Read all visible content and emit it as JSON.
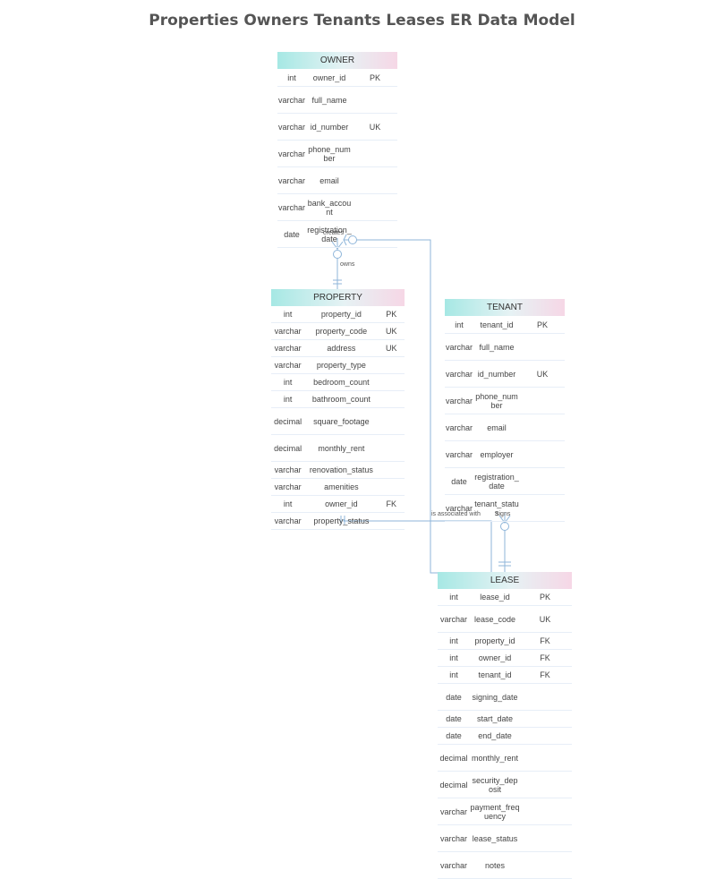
{
  "title": "Properties Owners Tenants Leases ER Data Model",
  "colors": {
    "line": "#8fb6da",
    "header_start": "#a6e8e4",
    "header_end": "#f6d7e6",
    "row_border": "#e7eef7"
  },
  "entities": {
    "owner": {
      "name": "OWNER",
      "fields": [
        {
          "type": "int",
          "name": "owner_id",
          "key": "PK"
        },
        {
          "type": "varchar",
          "name": "full_name",
          "key": ""
        },
        {
          "type": "varchar",
          "name": "id_number",
          "key": "UK"
        },
        {
          "type": "varchar",
          "name": "phone_number",
          "key": ""
        },
        {
          "type": "varchar",
          "name": "email",
          "key": ""
        },
        {
          "type": "varchar",
          "name": "bank_account",
          "key": ""
        },
        {
          "type": "date",
          "name": "registration_date",
          "key": ""
        }
      ]
    },
    "property": {
      "name": "PROPERTY",
      "fields": [
        {
          "type": "int",
          "name": "property_id",
          "key": "PK"
        },
        {
          "type": "varchar",
          "name": "property_code",
          "key": "UK"
        },
        {
          "type": "varchar",
          "name": "address",
          "key": "UK"
        },
        {
          "type": "varchar",
          "name": "property_type",
          "key": ""
        },
        {
          "type": "int",
          "name": "bedroom_count",
          "key": ""
        },
        {
          "type": "int",
          "name": "bathroom_count",
          "key": ""
        },
        {
          "type": "decimal",
          "name": "square_footage",
          "key": ""
        },
        {
          "type": "decimal",
          "name": "monthly_rent",
          "key": ""
        },
        {
          "type": "varchar",
          "name": "renovation_status",
          "key": ""
        },
        {
          "type": "varchar",
          "name": "amenities",
          "key": ""
        },
        {
          "type": "int",
          "name": "owner_id",
          "key": "FK"
        },
        {
          "type": "varchar",
          "name": "property_status",
          "key": ""
        }
      ]
    },
    "tenant": {
      "name": "TENANT",
      "fields": [
        {
          "type": "int",
          "name": "tenant_id",
          "key": "PK"
        },
        {
          "type": "varchar",
          "name": "full_name",
          "key": ""
        },
        {
          "type": "varchar",
          "name": "id_number",
          "key": "UK"
        },
        {
          "type": "varchar",
          "name": "phone_number",
          "key": ""
        },
        {
          "type": "varchar",
          "name": "email",
          "key": ""
        },
        {
          "type": "varchar",
          "name": "employer",
          "key": ""
        },
        {
          "type": "date",
          "name": "registration_date",
          "key": ""
        },
        {
          "type": "varchar",
          "name": "tenant_status",
          "key": ""
        }
      ]
    },
    "lease": {
      "name": "LEASE",
      "fields": [
        {
          "type": "int",
          "name": "lease_id",
          "key": "PK"
        },
        {
          "type": "varchar",
          "name": "lease_code",
          "key": "UK"
        },
        {
          "type": "int",
          "name": "property_id",
          "key": "FK"
        },
        {
          "type": "int",
          "name": "owner_id",
          "key": "FK"
        },
        {
          "type": "int",
          "name": "tenant_id",
          "key": "FK"
        },
        {
          "type": "date",
          "name": "signing_date",
          "key": ""
        },
        {
          "type": "date",
          "name": "start_date",
          "key": ""
        },
        {
          "type": "date",
          "name": "end_date",
          "key": ""
        },
        {
          "type": "decimal",
          "name": "monthly_rent",
          "key": ""
        },
        {
          "type": "decimal",
          "name": "security_deposit",
          "key": ""
        },
        {
          "type": "varchar",
          "name": "payment_frequency",
          "key": ""
        },
        {
          "type": "varchar",
          "name": "lease_status",
          "key": ""
        },
        {
          "type": "varchar",
          "name": "notes",
          "key": ""
        }
      ]
    }
  },
  "relationships": [
    {
      "label": "owns"
    },
    {
      "label": "creates"
    },
    {
      "label": "is associated with"
    },
    {
      "label": "signs"
    }
  ]
}
